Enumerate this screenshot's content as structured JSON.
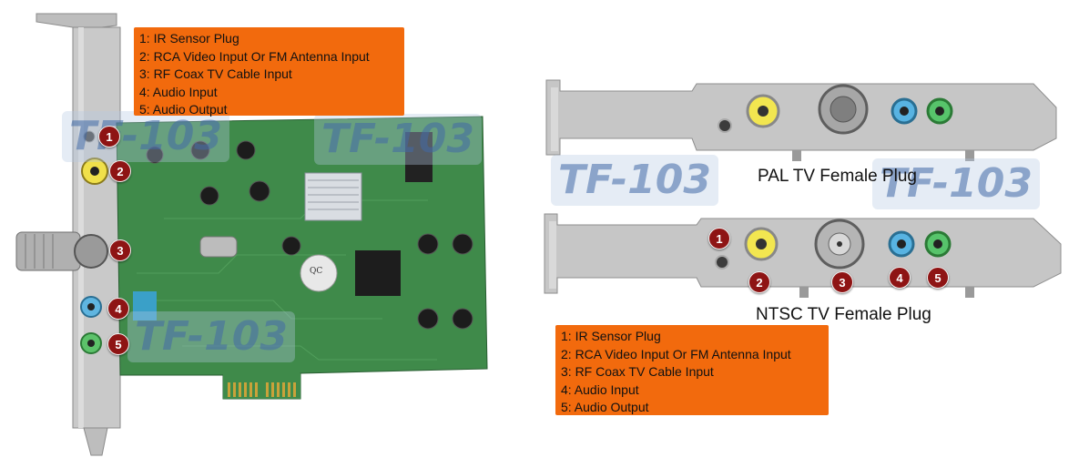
{
  "legend_top": [
    "1: IR Sensor Plug",
    "2: RCA Video Input Or FM Antenna Input",
    "3: RF Coax TV Cable Input",
    "4: Audio Input",
    "5: Audio Output"
  ],
  "legend_bottom": [
    "1: IR Sensor Plug",
    "2: RCA Video Input Or FM Antenna Input",
    "3: RF Coax TV Cable Input",
    "4: Audio Input",
    "5: Audio Output"
  ],
  "captions": {
    "pal": "PAL TV Female Plug",
    "ntsc": "NTSC TV Female Plug"
  },
  "watermark": "TF-103",
  "markers": [
    "1",
    "2",
    "3",
    "4",
    "5"
  ],
  "colors": {
    "legend_bg": "#f26a0d",
    "marker_bg": "#8e1414",
    "pcb_green": "#3f8a4a",
    "bracket_silver": "#c4c4c4"
  }
}
